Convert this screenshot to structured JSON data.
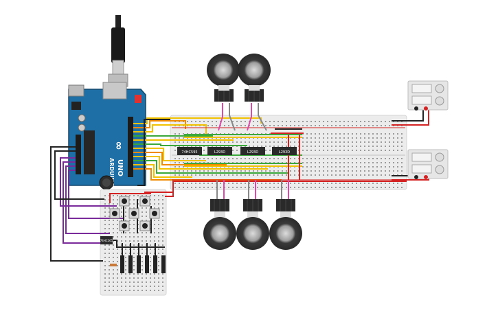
{
  "arduino": {
    "brand_lines": [
      "ARDUINO",
      "UNO"
    ],
    "logo_text": "∞"
  },
  "chips": [
    {
      "label": "74HC595"
    },
    {
      "label": "L293D"
    },
    {
      "label": "L293D"
    },
    {
      "label": "L293D"
    }
  ],
  "input_chip": {
    "label": "74HC165"
  },
  "power_supplies": [
    {
      "id": "psu-top"
    },
    {
      "id": "psu-bottom"
    }
  ],
  "motors": [
    {
      "id": "motor-top-1"
    },
    {
      "id": "motor-top-2"
    },
    {
      "id": "motor-bottom-1"
    },
    {
      "id": "motor-bottom-2"
    },
    {
      "id": "motor-bottom-3"
    }
  ],
  "colors": {
    "board_blue": "#1e6fa5",
    "breadboard": "#ececec",
    "wire_red": "#d42222",
    "wire_black": "#222222",
    "wire_yellow": "#f2c200",
    "wire_orange": "#f08a00",
    "wire_green": "#3aa83a",
    "wire_purple": "#7a2a9a",
    "wire_pink": "#d94ba8",
    "wire_gray": "#888888"
  }
}
